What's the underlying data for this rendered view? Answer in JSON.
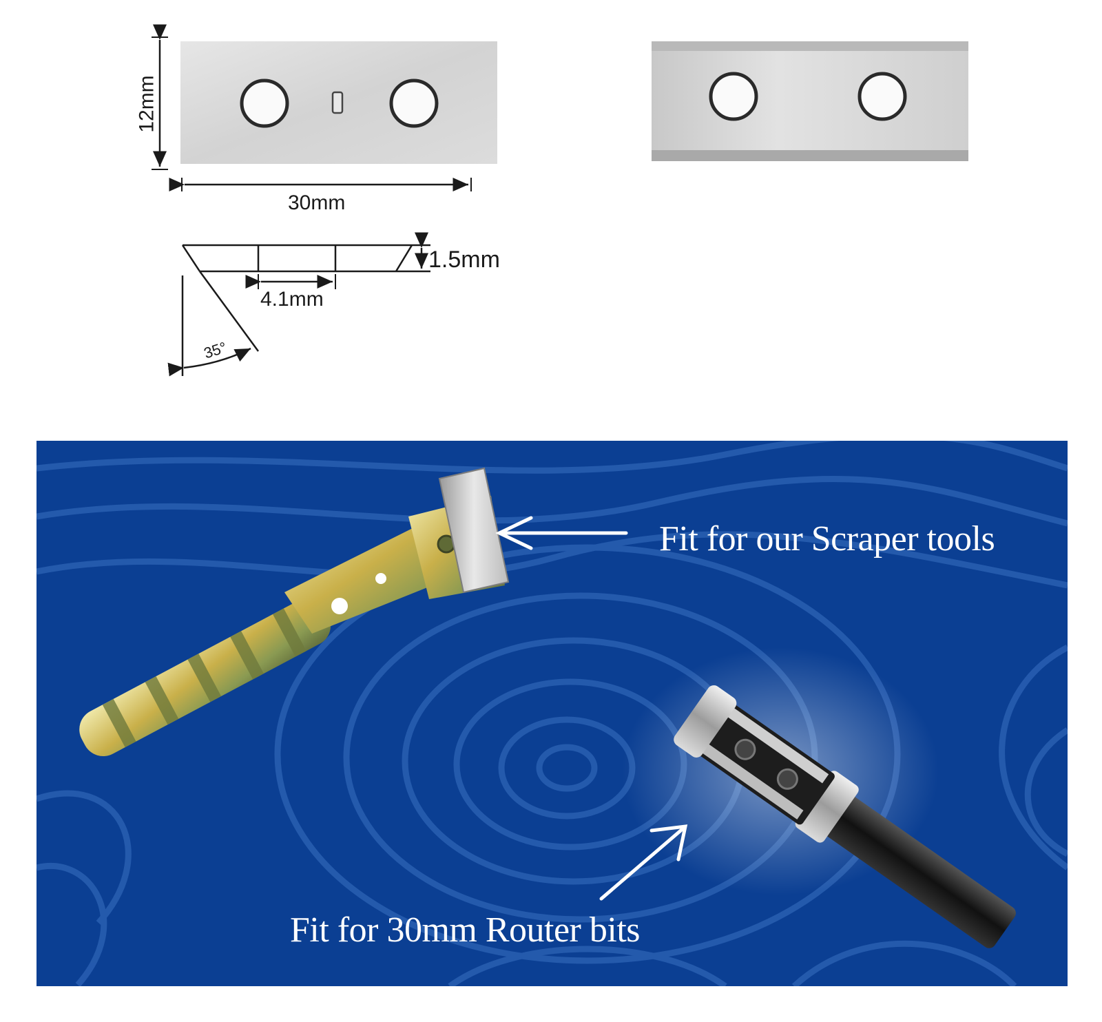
{
  "colors": {
    "banner_blue": "#0b3f93",
    "wood_grain_light": "#2d63b5",
    "callout_text": "#ffffff",
    "insert_steel": "#d9d9d9",
    "line_ink": "#1a1a1a"
  },
  "dimensions": {
    "height_label": "12mm",
    "length_label": "30mm",
    "thickness_label": "1.5mm",
    "hole_spacing_label": "4.1mm",
    "angle_label": "35°"
  },
  "banner": {
    "scraper_callout": "Fit for our Scraper tools",
    "router_callout": "Fit for 30mm Router bits"
  },
  "icons": {
    "scraper": "scraper-tool-icon",
    "router": "router-bit-icon",
    "arrow": "arrow-icon"
  }
}
